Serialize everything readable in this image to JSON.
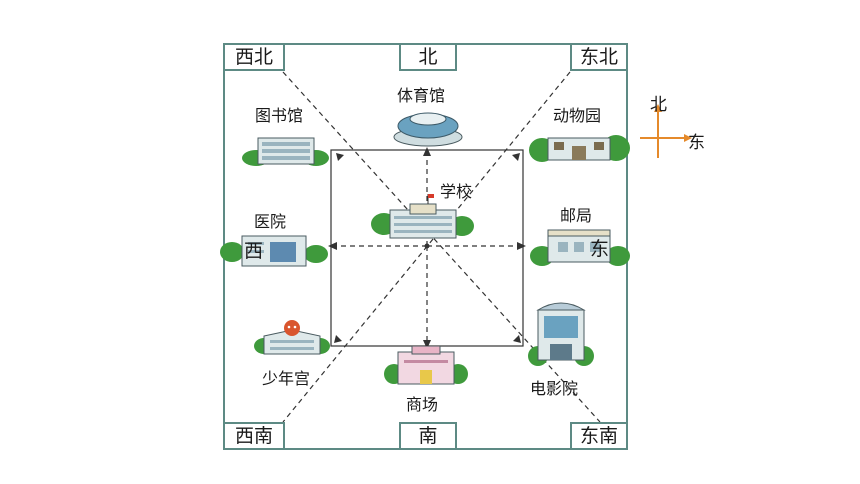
{
  "directions": {
    "north": "北",
    "south": "南",
    "northwest": "西北",
    "northeast": "东北",
    "southwest": "西南",
    "southeast": "东南",
    "west_overlay": "西",
    "east_overlay": "东"
  },
  "places": {
    "stadium": "体育馆",
    "library": "图书馆",
    "zoo": "动物园",
    "school": "学校",
    "hospital": "医院",
    "post_office": "邮局",
    "youth_palace": "少年宫",
    "mall": "商场",
    "cinema": "电影院"
  },
  "compass": {
    "north": "北",
    "east": "东",
    "color": "#e58a2b"
  },
  "colors": {
    "frame": "#5d8a84",
    "bush": "#3f9a3c",
    "building": "#dfe9ea"
  }
}
